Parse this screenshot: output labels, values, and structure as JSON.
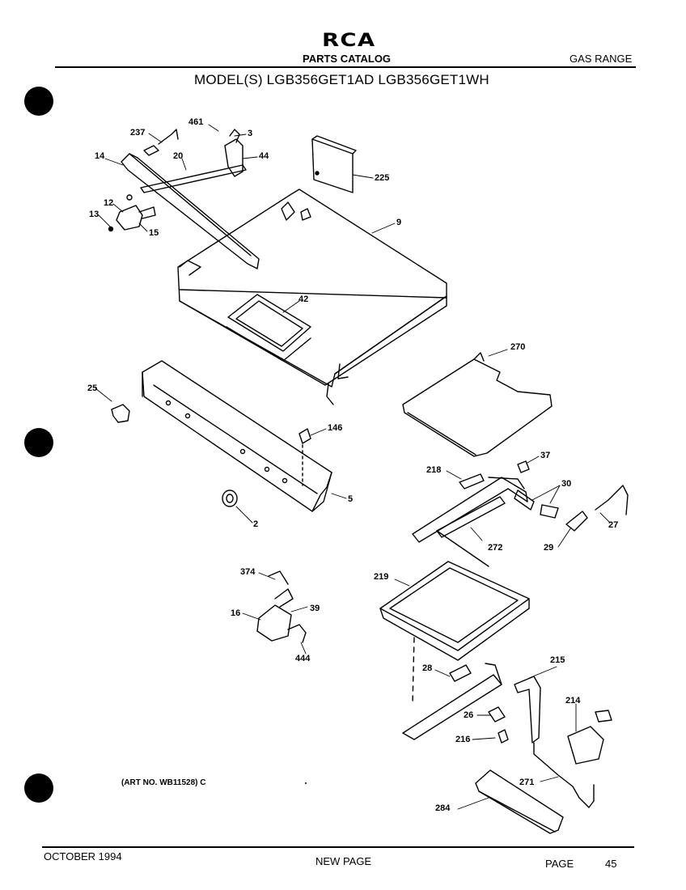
{
  "header": {
    "brand": "RCA",
    "catalog": "PARTS CATALOG",
    "product": "GAS RANGE",
    "models": "MODEL(S) LGB356GET1AD  LGB356GET1WH"
  },
  "part_labels": {
    "p237": "237",
    "p461": "461",
    "p3": "3",
    "p14": "14",
    "p20": "20",
    "p44": "44",
    "p225": "225",
    "p9": "9",
    "p12": "12",
    "p13": "13",
    "p15": "15",
    "p42": "42",
    "p270": "270",
    "p25": "25",
    "p146": "146",
    "p218": "218",
    "p37": "37",
    "p30": "30",
    "p5": "5",
    "p2": "2",
    "p272": "272",
    "p29": "29",
    "p27": "27",
    "p374": "374",
    "p219": "219",
    "p39": "39",
    "p16": "16",
    "p444": "444",
    "p28": "28",
    "p215": "215",
    "p214": "214",
    "p26": "26",
    "p216": "216",
    "p271": "271",
    "p284": "284"
  },
  "art_number": "(ART NO. WB11528) C",
  "footer": {
    "date": "OCTOBER 1994",
    "status": "NEW PAGE",
    "page_label": "PAGE",
    "page_number": "45"
  }
}
